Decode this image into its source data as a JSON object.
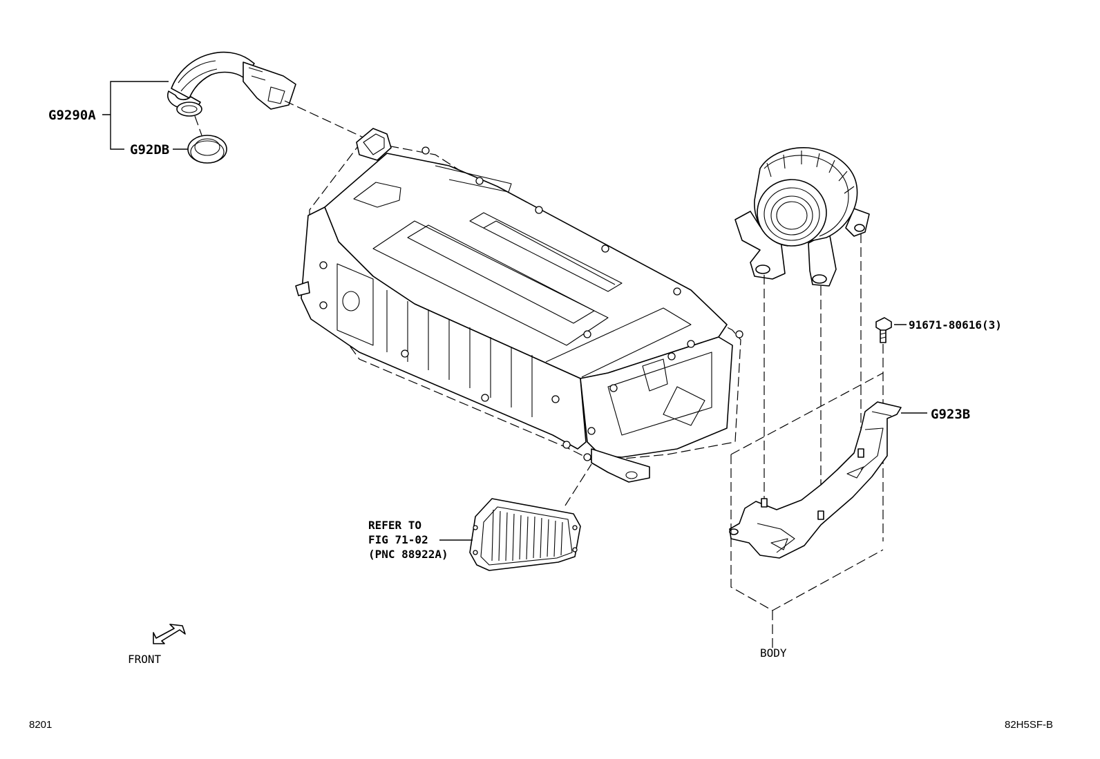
{
  "labels": {
    "g9290a": "G9290A",
    "g92db": "G92DB",
    "bolt": "91671-80616(3)",
    "g923b": "G923B",
    "refer_line1": "REFER TO",
    "refer_line2": "FIG 71-02",
    "refer_line3": "(PNC 88922A)",
    "front": "FRONT",
    "body": "BODY"
  },
  "footer": {
    "left_code": "8201",
    "right_code": "82H5SF-B"
  }
}
